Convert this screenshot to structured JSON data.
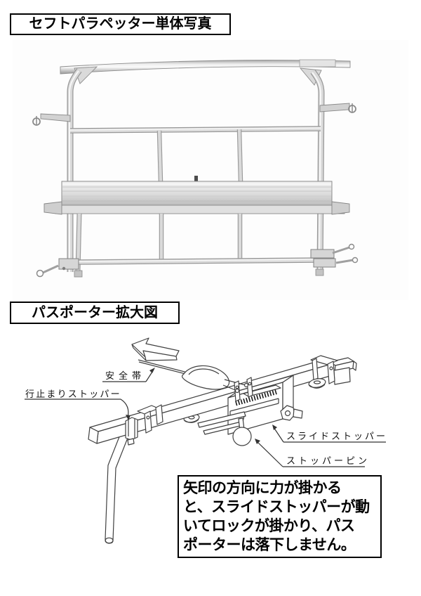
{
  "photo_section": {
    "title": "セフトパラペッター単体写真"
  },
  "diagram_section": {
    "title": "パスポーター拡大図",
    "labels": {
      "safety_belt": "安全帯",
      "dead_end_stopper": "行止まりストッパー",
      "slide_stopper": "スライドストッパー",
      "stopper_pin": "ストッパーピン"
    },
    "note": "矢印の方向に力が掛かる\nと、スライドストッパーが動\nいてロックが掛かり、パス\nポーターは落下しません。"
  },
  "colors": {
    "ink": "#000000",
    "line_art": "#404040",
    "metal_light": "#f4f4f4",
    "metal_mid": "#d7d7d7",
    "metal_dark": "#9a9a9a"
  }
}
